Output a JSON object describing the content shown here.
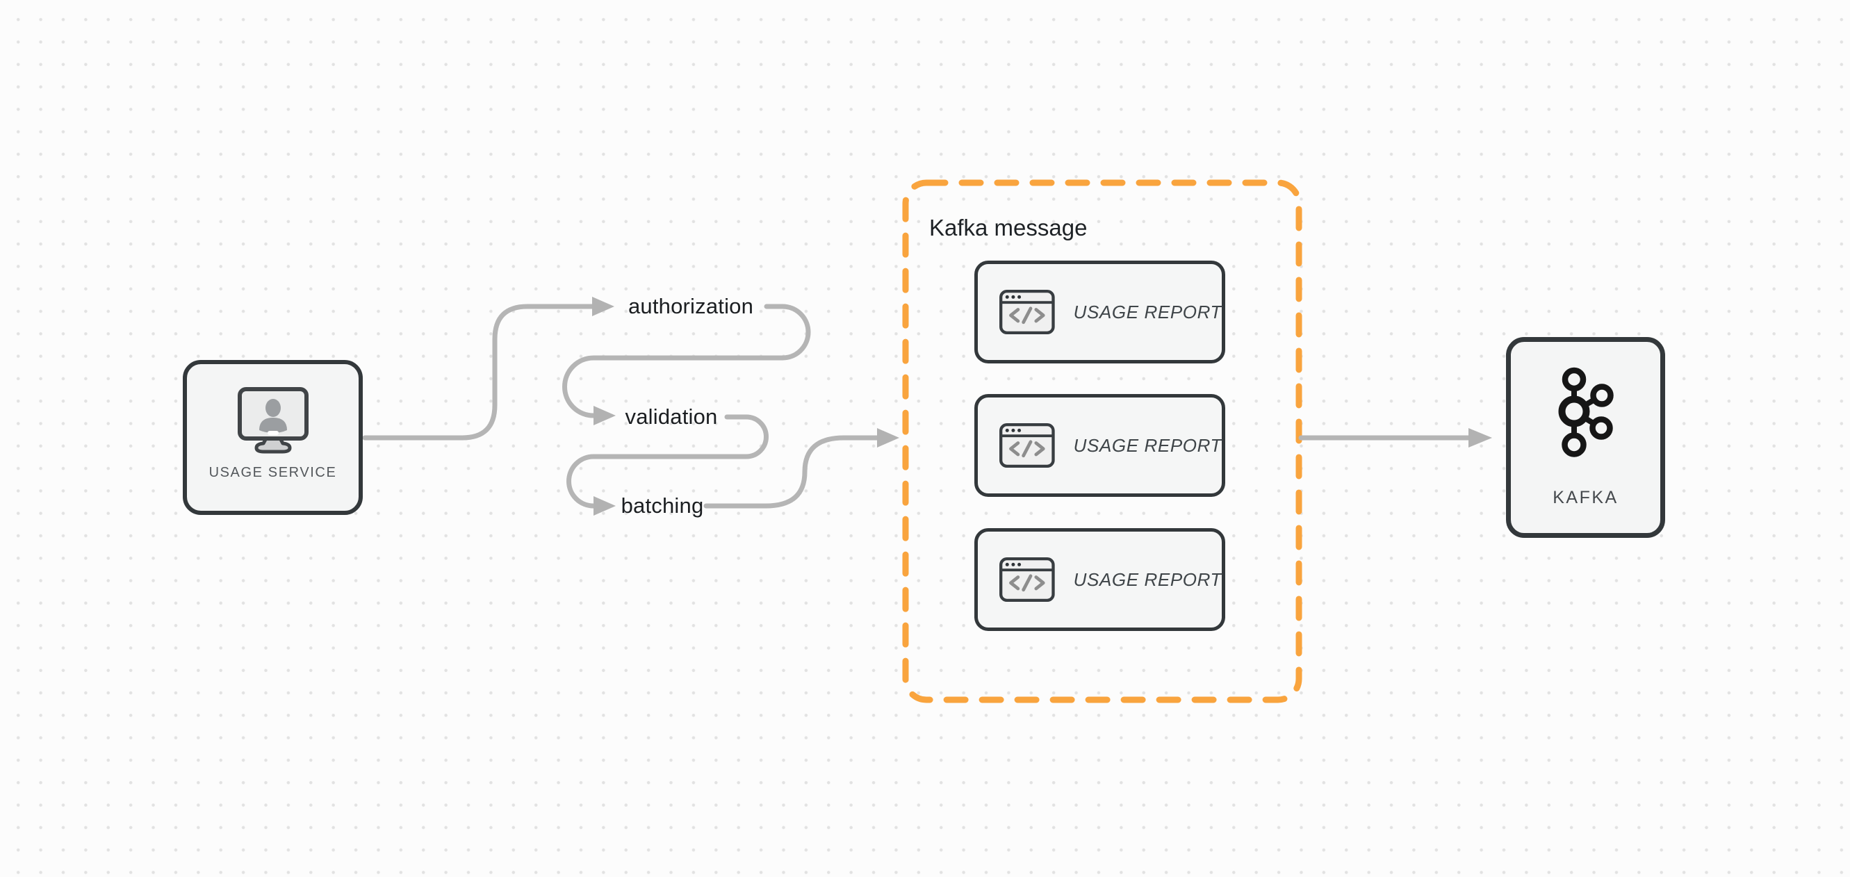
{
  "diagram": {
    "usage_service": {
      "label": "USAGE SERVICE",
      "icon": "monitor-user-icon"
    },
    "flow_steps": [
      {
        "label": "authorization"
      },
      {
        "label": "validation"
      },
      {
        "label": "batching"
      }
    ],
    "kafka_message_group": {
      "title": "Kafka message",
      "cards": [
        {
          "label": "USAGE REPORT",
          "icon": "code-window-icon"
        },
        {
          "label": "USAGE REPORT",
          "icon": "code-window-icon"
        },
        {
          "label": "USAGE REPORT",
          "icon": "code-window-icon"
        }
      ]
    },
    "kafka": {
      "label": "KAFKA",
      "icon": "kafka-logo-icon"
    },
    "colors": {
      "background": "#FCFCFC",
      "dot_grid": "#E2E2E2",
      "node_border": "#33383B",
      "node_fill": "#F4F5F5",
      "card_stack_border": "#5E6366",
      "arrow": "#B5B5B5",
      "group_border": "#F9A43E",
      "flow_label_text": "#1B1E21",
      "muted_label_text": "#53575B"
    }
  }
}
